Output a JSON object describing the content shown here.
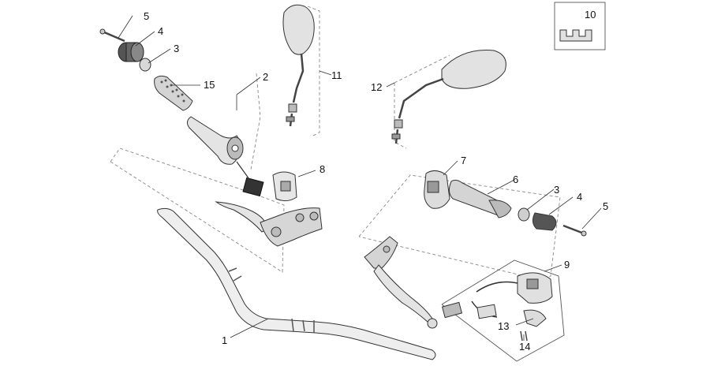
{
  "diagram": {
    "callouts": [
      {
        "id": "c1",
        "text": "1"
      },
      {
        "id": "c2",
        "text": "2"
      },
      {
        "id": "c3a",
        "text": "3"
      },
      {
        "id": "c3b",
        "text": "3"
      },
      {
        "id": "c4a",
        "text": "4"
      },
      {
        "id": "c4b",
        "text": "4"
      },
      {
        "id": "c5a",
        "text": "5"
      },
      {
        "id": "c5b",
        "text": "5"
      },
      {
        "id": "c6",
        "text": "6"
      },
      {
        "id": "c7",
        "text": "7"
      },
      {
        "id": "c8",
        "text": "8"
      },
      {
        "id": "c9",
        "text": "9"
      },
      {
        "id": "c10",
        "text": "10"
      },
      {
        "id": "c11",
        "text": "11"
      },
      {
        "id": "c12",
        "text": "12"
      },
      {
        "id": "c13",
        "text": "13"
      },
      {
        "id": "c14",
        "text": "14"
      },
      {
        "id": "c15",
        "text": "15"
      }
    ],
    "colors": {
      "line": "#333333",
      "part_fill": "#e8e8e8",
      "part_dark": "#9a9a9a",
      "dash": "#888888"
    }
  }
}
